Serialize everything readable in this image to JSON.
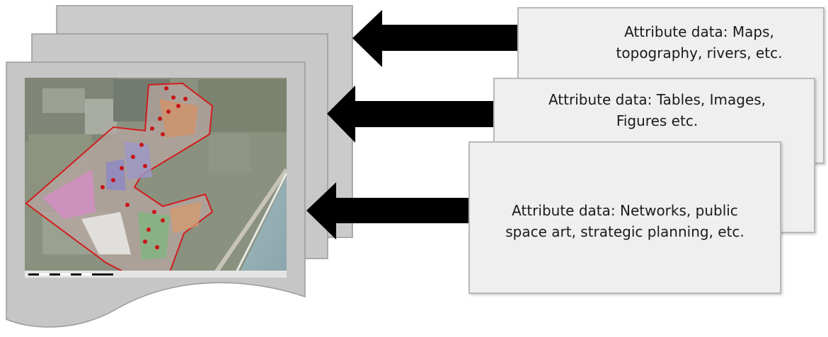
{
  "diagram": {
    "type": "layered-data-model",
    "colors": {
      "sheet_fill": "#c9c9c9",
      "sheet_front_fill": "#c4c4c4",
      "sheet_stroke": "#9a9a9a",
      "box_fill": "#efefef",
      "box_stroke": "#b8b8b8",
      "arrow": "#000000",
      "map_boundary": "#d21e1e",
      "map_points": "#c81414"
    },
    "attribute_boxes": [
      {
        "text": "Attribute data: Maps,\ntopography, rivers, etc."
      },
      {
        "text": "Attribute data: Tables, Images,\nFigures etc."
      },
      {
        "text": "Attribute data: Networks, public\nspace art, strategic planning, etc."
      }
    ]
  }
}
